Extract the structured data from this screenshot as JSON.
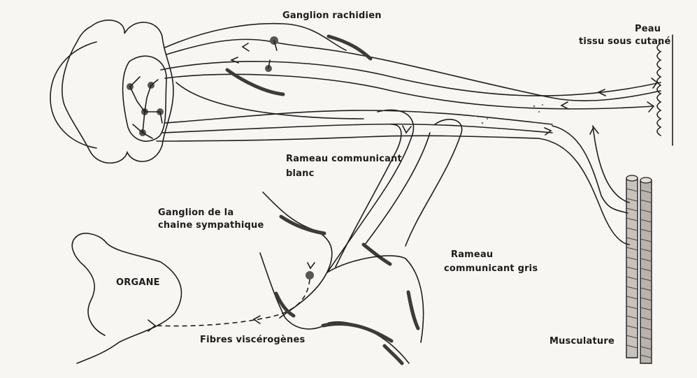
{
  "labels": {
    "ganglion_rachidien": "Ganglion rachidien",
    "peau_line1": "Peau",
    "peau_line2": "tissu sous cutané",
    "rameau_blanc_line1": "Rameau communicant",
    "rameau_blanc_line2": "blanc",
    "ganglion_chaine_line1": "Ganglion de la",
    "ganglion_chaine_line2": "chaine sympathique",
    "organe": "ORGANE",
    "rameau_gris_line1": "Rameau",
    "rameau_gris_line2": "communicant gris",
    "fibres": "Fibres viscérogènes",
    "musculature": "Musculature"
  },
  "colors": {
    "ink": "#1f1f1f",
    "heavy_ink": "#3f3a3a",
    "paper": "#f7f6f3"
  }
}
